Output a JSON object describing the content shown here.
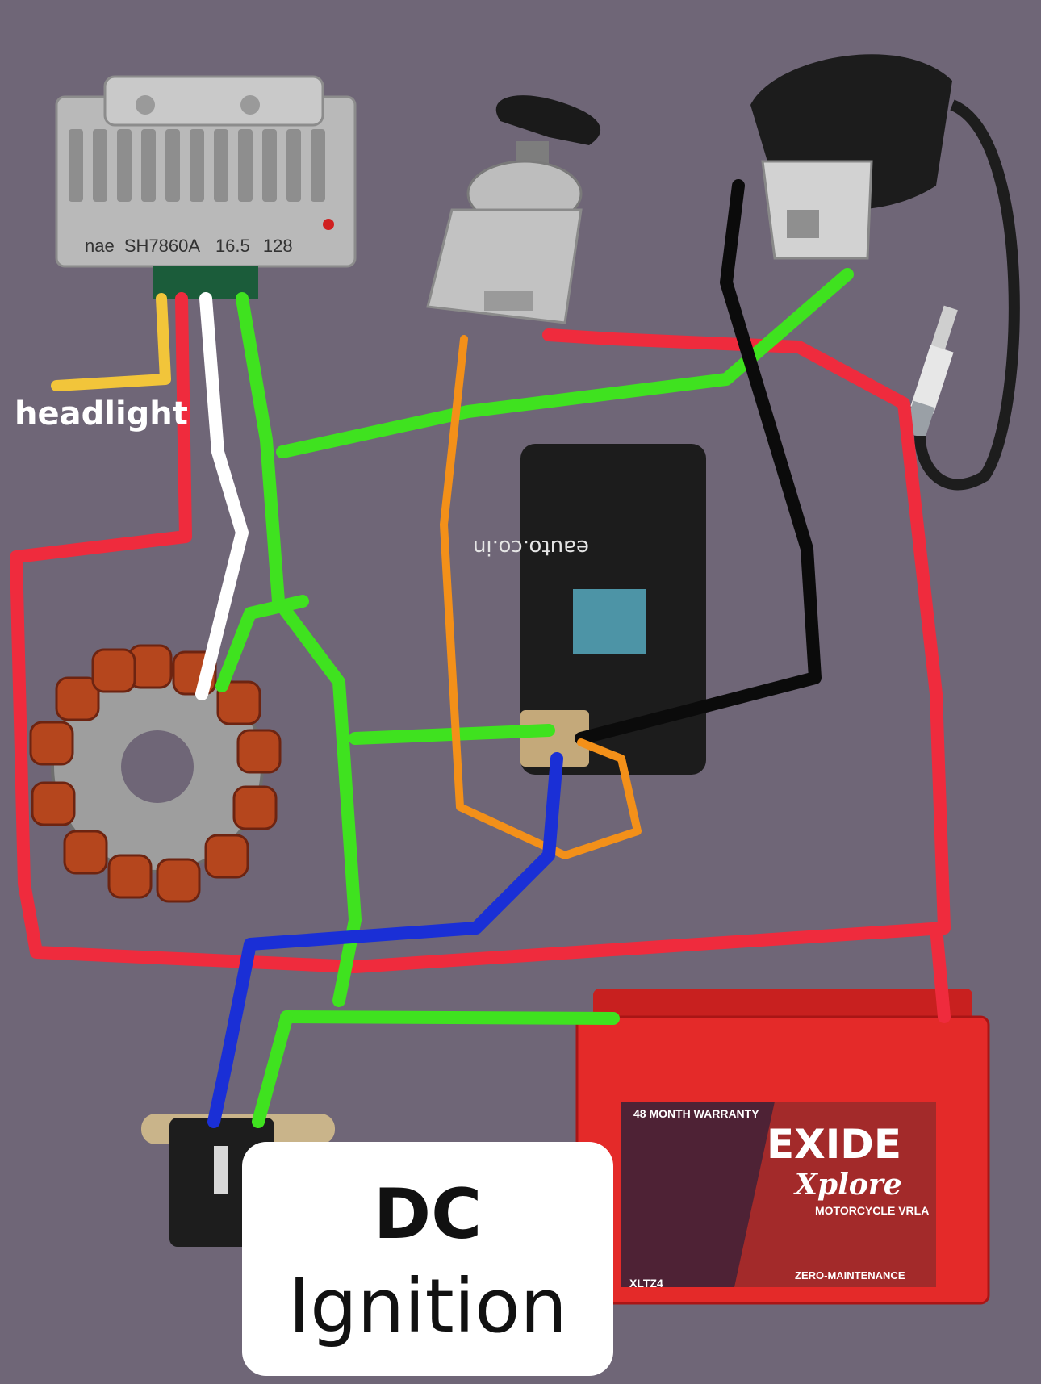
{
  "labels": {
    "headlight": "headlight",
    "title_line1": "DC",
    "title_line2": "Ignition"
  },
  "regulator": {
    "brand": "nae",
    "model": "SH7860A",
    "spec1": "16.5",
    "spec2": "128"
  },
  "cdi_unit": {
    "watermark": "eauto.co.in"
  },
  "battery": {
    "brand": "EXIDE",
    "series": "Xplore",
    "type": "MOTORCYCLE VRLA",
    "warranty": "48 MONTH WARRANTY",
    "maintenance": "ZERO-MAINTENANCE",
    "model": "XLTZ4"
  },
  "colors": {
    "background": "#6f6677",
    "wire_green": "#3fe21f",
    "wire_red": "#ef2b3d",
    "wire_blue": "#1a2fd6",
    "wire_black": "#0b0b0b",
    "wire_white": "#ffffff",
    "wire_yellow": "#f2c53a",
    "wire_orange": "#f39019",
    "battery_red": "#e42a29"
  }
}
